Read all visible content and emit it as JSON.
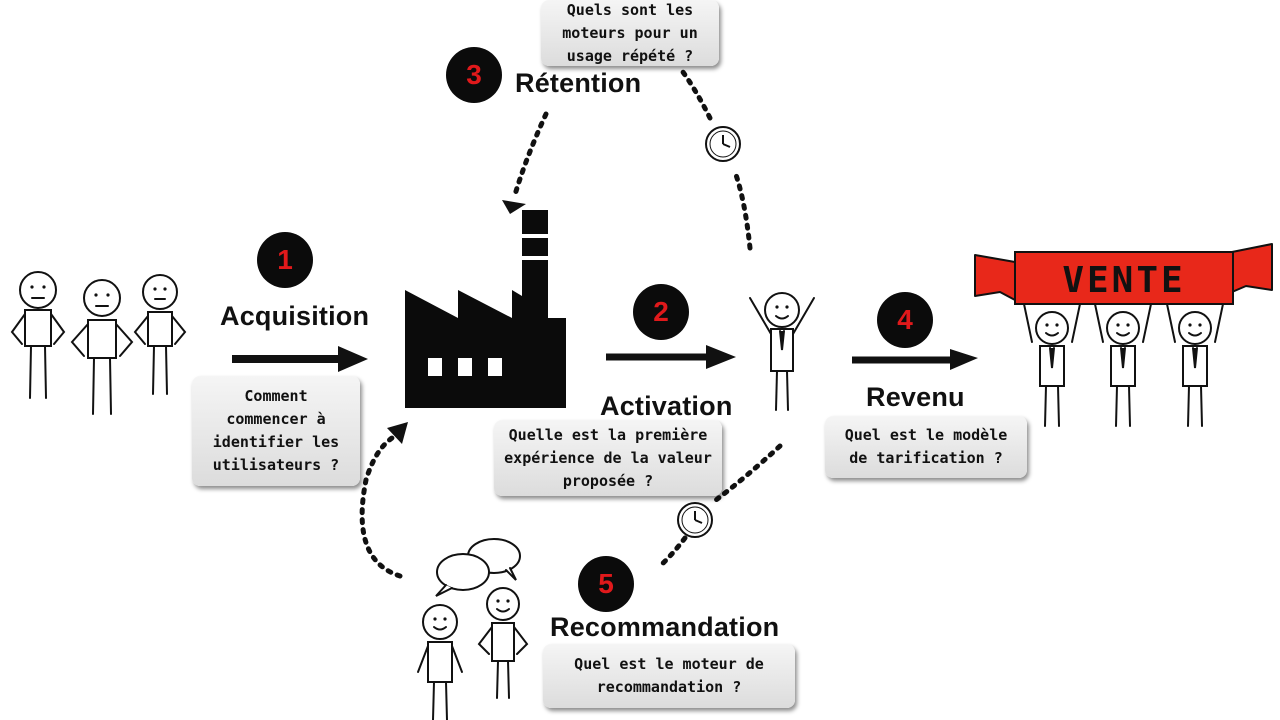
{
  "stages": {
    "acquisition": {
      "number": "1",
      "label": "Acquisition",
      "question": "Comment\ncommencer à\nidentifier les\nutilisateurs ?"
    },
    "activation": {
      "number": "2",
      "label": "Activation",
      "question": "Quelle est la première\nexpérience de la valeur\nproposée ?"
    },
    "retention": {
      "number": "3",
      "label": "Rétention",
      "question": "Quels sont les\nmoteurs pour un\nusage répété ?"
    },
    "revenu": {
      "number": "4",
      "label": "Revenu",
      "question": "Quel est le modèle\nde tarification ?"
    },
    "recommandation": {
      "number": "5",
      "label": "Recommandation",
      "question": "Quel est le moteur de\nrecommandation ?"
    }
  },
  "banner": {
    "text": "VENTE",
    "color": "#e8281a"
  },
  "icons": [
    "factory-icon",
    "clock-icon",
    "speech-bubbles-icon",
    "stick-figure-icon"
  ],
  "colors": {
    "badge_fill": "#0b0b0b",
    "badge_number": "#e0191b",
    "note_fill": "#e6e6e6"
  }
}
